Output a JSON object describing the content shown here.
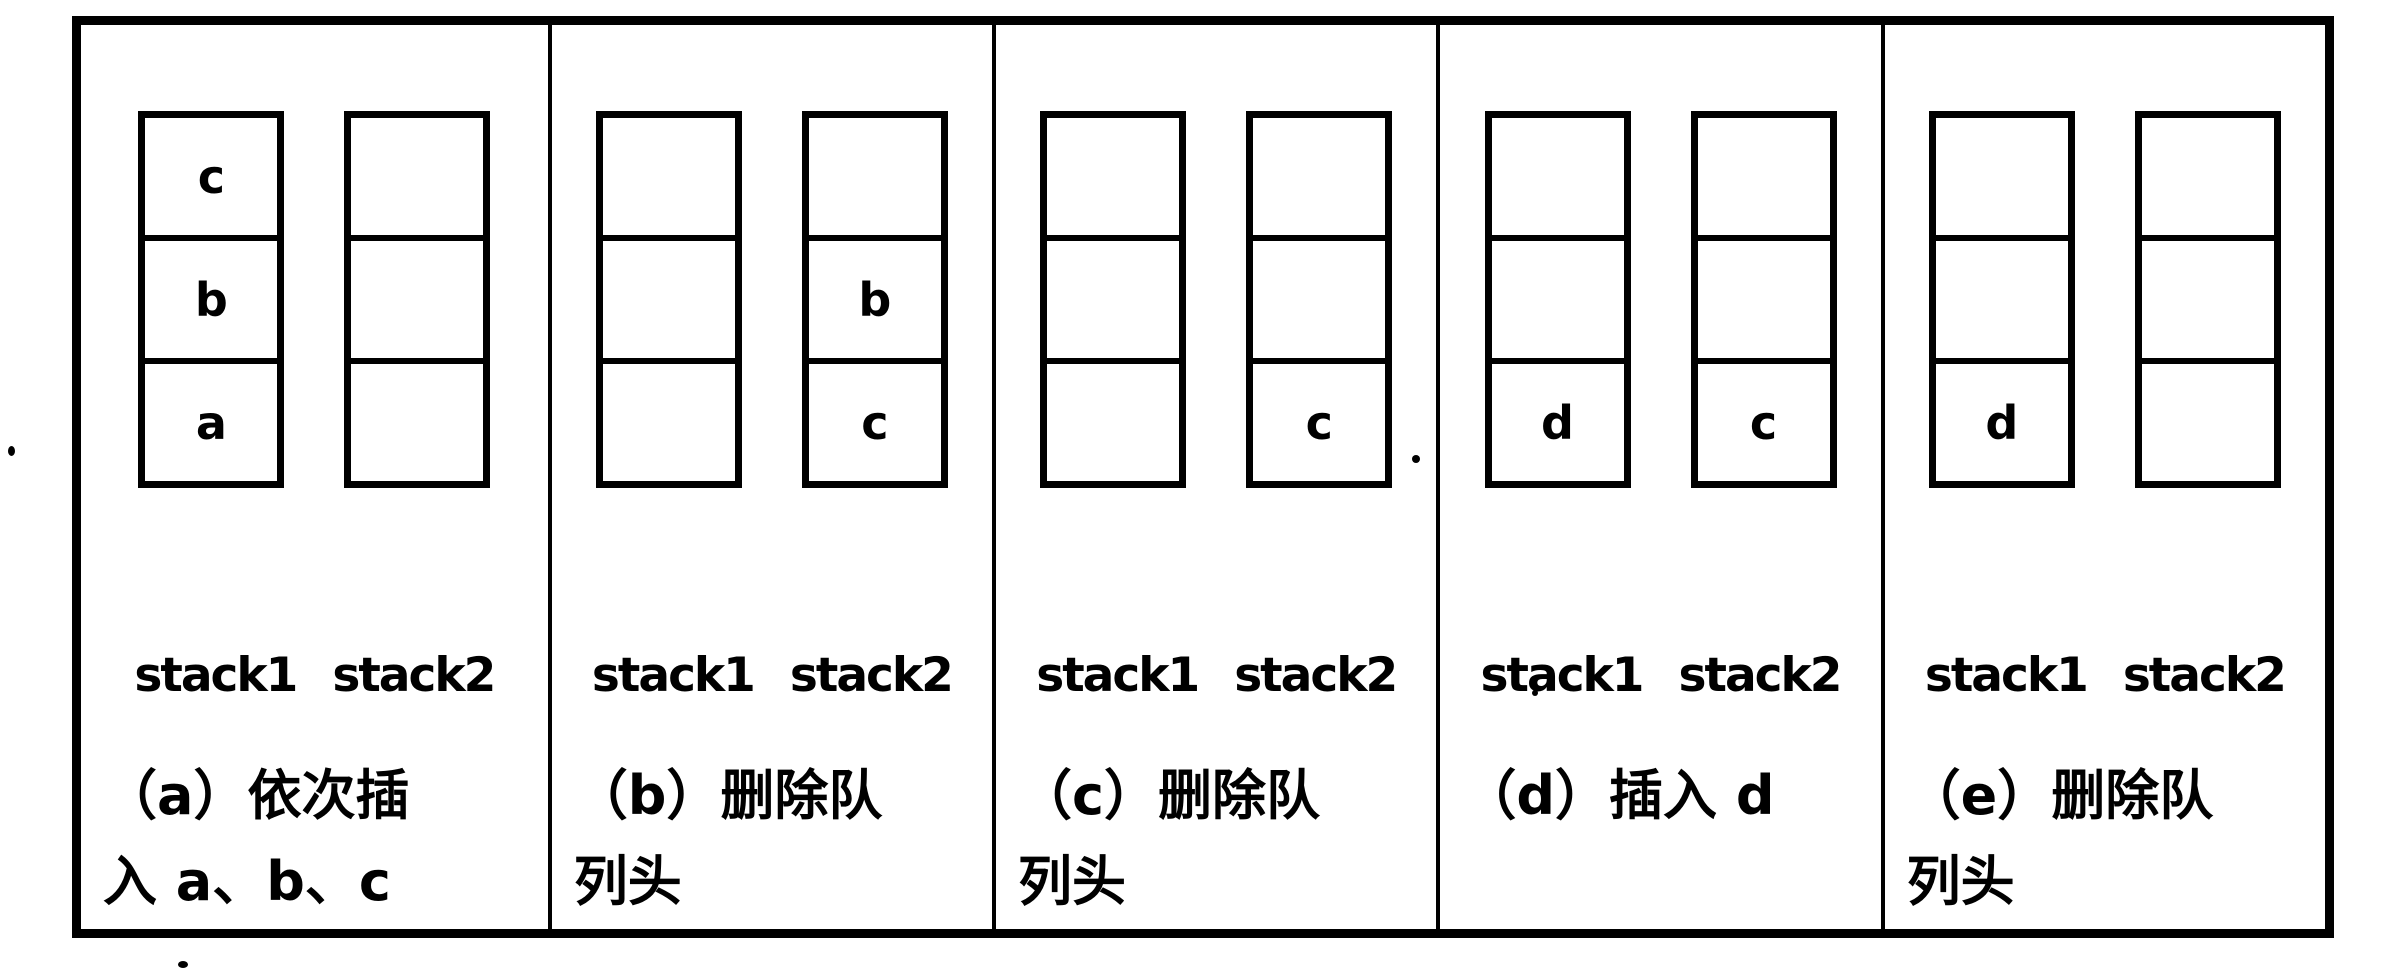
{
  "diagram": {
    "description": "Queue implemented with two stacks - five step figure",
    "ink_color": "#000000",
    "paper_color": "#ffffff",
    "stack1_label": "stack1",
    "stack2_label": "stack2",
    "panels": [
      {
        "id": "a",
        "stack1": [
          "c",
          "b",
          "a"
        ],
        "stack2": [
          "",
          "",
          ""
        ],
        "caption_lines": [
          "（a）依次插",
          "入 a、b、c"
        ]
      },
      {
        "id": "b",
        "stack1": [
          "",
          "",
          ""
        ],
        "stack2": [
          "",
          "b",
          "c"
        ],
        "caption_lines": [
          "（b）删除队",
          "列头"
        ]
      },
      {
        "id": "c",
        "stack1": [
          "",
          "",
          ""
        ],
        "stack2": [
          "",
          "",
          "c"
        ],
        "caption_lines": [
          "（c）删除队",
          "列头"
        ]
      },
      {
        "id": "d",
        "stack1": [
          "",
          "",
          "d"
        ],
        "stack2": [
          "",
          "",
          "c"
        ],
        "caption_lines": [
          "（d）插入 d"
        ]
      },
      {
        "id": "e",
        "stack1": [
          "",
          "",
          "d"
        ],
        "stack2": [
          "",
          "",
          ""
        ],
        "caption_lines": [
          "（e）删除队",
          "列头"
        ]
      }
    ]
  }
}
